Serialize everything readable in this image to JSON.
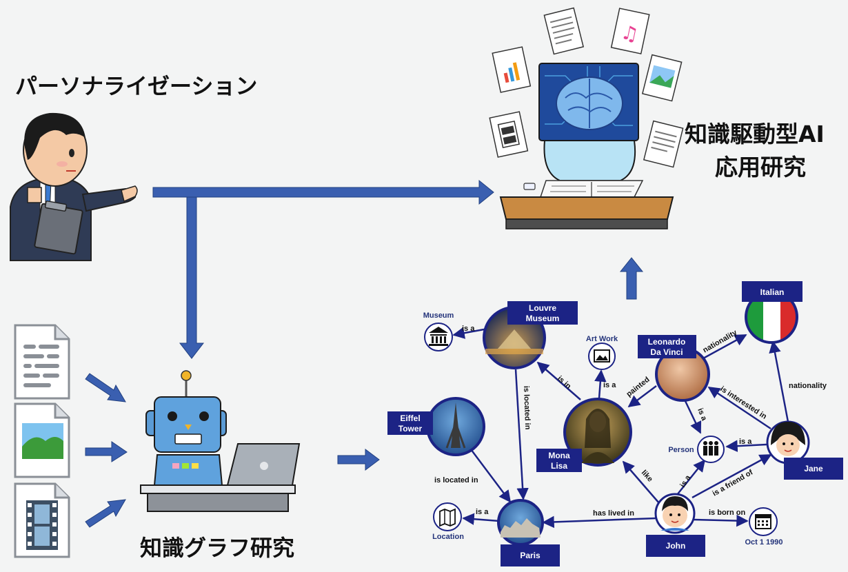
{
  "titles": {
    "personalization": "パーソナライゼーション",
    "kdai_line1": "知識駆動型AI",
    "kdai_line2": "応用研究",
    "kg_research": "知識グラフ研究"
  },
  "kg": {
    "nodes": {
      "louvre_line1": "Louvre",
      "louvre_line2": "Museum",
      "eiffel_line1": "Eiffel",
      "eiffel_line2": "Tower",
      "mona_line1": "Mona",
      "mona_line2": "Lisa",
      "leonardo_line1": "Leonardo",
      "leonardo_line2": "Da Vinci",
      "italian": "Italian",
      "jane": "Jane",
      "john": "John",
      "paris": "Paris"
    },
    "classes": {
      "museum": "Museum",
      "artwork": "Art Work",
      "person": "Person",
      "location": "Location",
      "date": "Oct 1 1990"
    },
    "edges": {
      "louvre_museum": "is a",
      "louvre_paris": "is located in",
      "mona_louvre": "is in",
      "mona_artwork": "is a",
      "leonardo_mona": "painted",
      "leonardo_person": "is a",
      "leonardo_italian": "nationality",
      "jane_leonardo": "is interested in",
      "jane_italian": "nationality",
      "jane_person": "is a",
      "john_mona": "like",
      "john_person": "is a",
      "john_jane": "is a friend of",
      "john_paris": "has lived in",
      "john_date": "is born on",
      "eiffel_paris": "is located in",
      "paris_location": "is a"
    }
  },
  "colors": {
    "arrow": "#3a5fb0",
    "node_label_bg": "#1c2385",
    "edge": "#1c2385",
    "background": "#f3f4f4"
  }
}
